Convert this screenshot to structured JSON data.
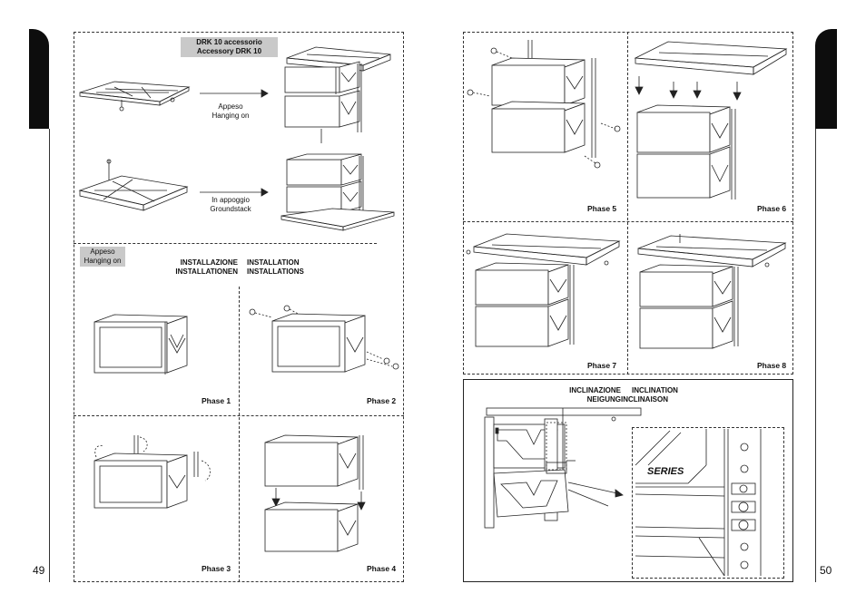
{
  "pages": {
    "left_number": "49",
    "right_number": "50"
  },
  "accessory": {
    "line1": "DRK 10 accessorio",
    "line2": "Accessory DRK 10"
  },
  "hanging": {
    "line1": "Appeso",
    "line2": "Hanging on"
  },
  "groundstack": {
    "line1": "In appoggio",
    "line2": "Groundstack"
  },
  "hanging_tag": {
    "line1": "Appeso",
    "line2": "Hanging on"
  },
  "install": {
    "it": "INSTALLAZIONE",
    "de": "INSTALLATIONEN",
    "en": "INSTALLATION",
    "fr": "INSTALLATIONS"
  },
  "phases": {
    "p1": "Phase 1",
    "p2": "Phase 2",
    "p3": "Phase 3",
    "p4": "Phase 4",
    "p5": "Phase 5",
    "p6": "Phase 6",
    "p7": "Phase 7",
    "p8": "Phase 8"
  },
  "inclination": {
    "it": "INCLINAZIONE",
    "en": "INCLINATION",
    "de": "NEIGUNG",
    "fr": "INCLINAISON"
  },
  "detail": {
    "brand": "SERIES"
  }
}
